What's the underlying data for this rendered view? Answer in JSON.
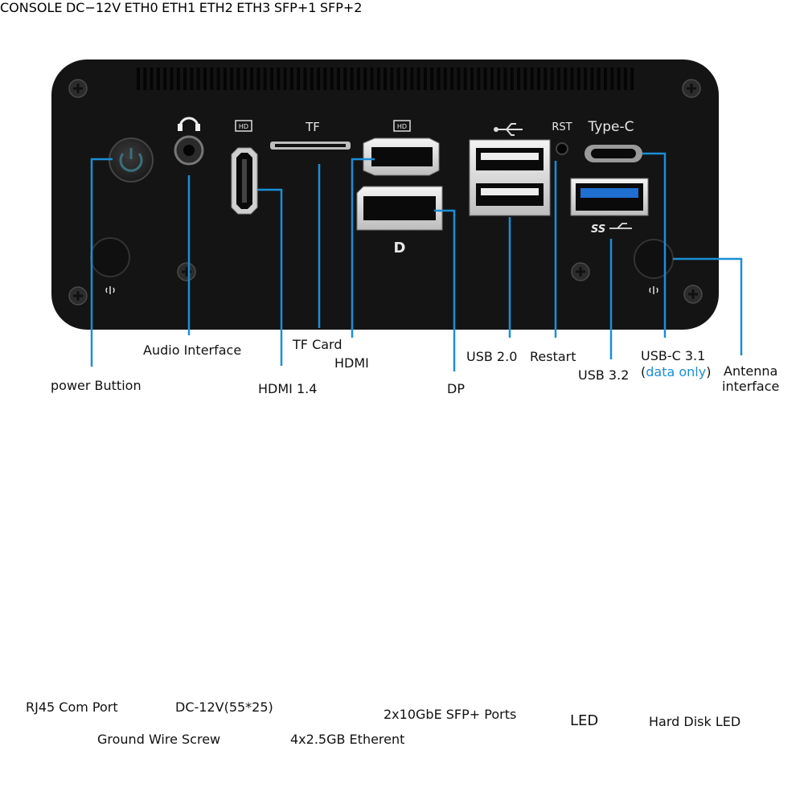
{
  "top_panel": {
    "port_labels": {
      "tf": "TF",
      "rst": "RST",
      "type_c": "Type-C",
      "hd1": "HD",
      "hd2": "HD",
      "dp": "D"
    },
    "callouts": {
      "power": "power Buttion",
      "audio": "Audio Interface",
      "hdmi14": "HDMI 1.4",
      "tf_card": "TF Card",
      "hdmi": "HDMI",
      "dp": "DP",
      "usb20": "USB 2.0",
      "restart": "Restart",
      "usb32": "USB 3.2",
      "usbc_line1": "USB-C 3.1",
      "usbc_open": "(",
      "usbc_data_only": "data only",
      "usbc_close": ")",
      "antenna_line1": "Antenna",
      "antenna_line2": "interface"
    }
  },
  "bottom_panel": {
    "port_labels": {
      "console": "CONSOLE",
      "dc": "DC−12V",
      "eth0": "ETH0",
      "eth1": "ETH1",
      "eth2": "ETH2",
      "eth3": "ETH3",
      "sfp1": "SFP+1",
      "sfp2": "SFP+2"
    },
    "callouts": {
      "rj45": "RJ45 Com Port",
      "ground": "Ground Wire Screw",
      "dc": "DC-12V(55*25)",
      "eth": "4x2.5GB Etherent",
      "sfp": "2x10GbE SFP+ Ports",
      "led": "LED",
      "hdd_led": "Hard Disk LED"
    }
  },
  "colors": {
    "panel": "#141414",
    "callout_line": "#1a8fd6",
    "usb3_blue": "#1f6fd1",
    "led_green": "#2f9a2f",
    "led_orange": "#d4561c",
    "led_red": "#c02a1a"
  },
  "icons": [
    "power-icon",
    "headphone-icon",
    "hd-icon",
    "displayport-icon",
    "usb-icon",
    "superspeed-usb-icon",
    "antenna-icon",
    "dc-polarity-icon",
    "hdd-icon",
    "activity-icon",
    "ground-icon"
  ]
}
